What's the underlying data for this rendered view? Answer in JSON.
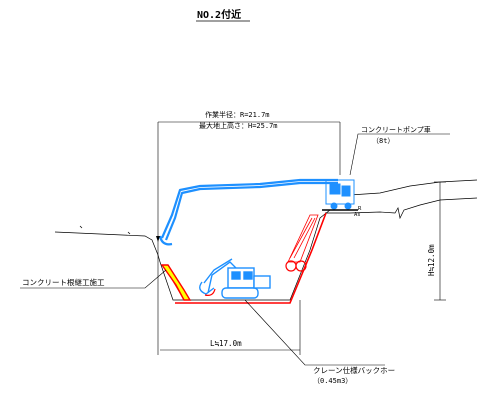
{
  "title": "NO.2付近",
  "work_radius": "作業半径：R=21.7m",
  "max_height": "最大地上高さ：H=25.7m",
  "pump_truck": {
    "name": "コンクリートポンプ車",
    "capacity": "（8t）"
  },
  "foundation_work": "コンクリート根継工施工",
  "backhoe": {
    "name": "クレーン仕様バックホー",
    "capacity": "（0.45m3）"
  },
  "height_dim": "H≒12.0m",
  "length_dim": "L≒17.0m",
  "marker_r": "R",
  "marker_as": "As",
  "colors": {
    "boom": "#1e90ff",
    "concrete": "#ff0000",
    "outline": "#000000",
    "fill_yellow": "#ffff00"
  }
}
